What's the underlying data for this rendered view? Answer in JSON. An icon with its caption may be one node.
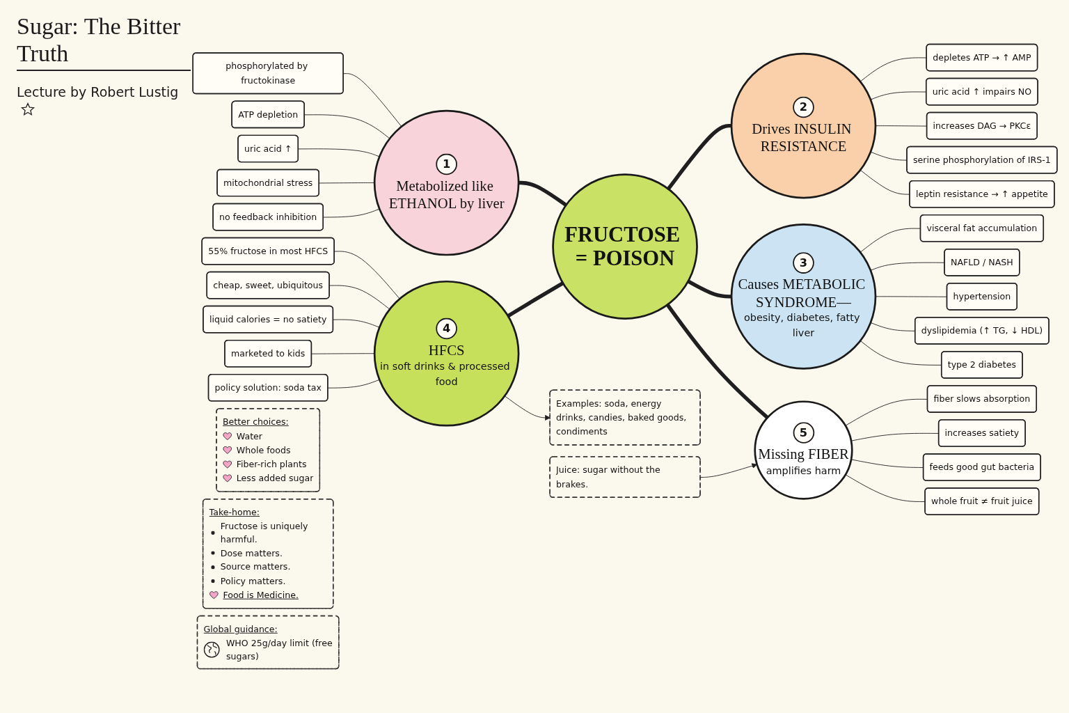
{
  "diagram": {
    "title": "Sugar: The Bitter Truth",
    "nodes": [
      {
        "text": [
          "FRUCTOSE = POISON"
        ]
      },
      {
        "text": [
          "1",
          "Metabolized like ETHANOL by liver"
        ]
      },
      {
        "text": [
          "phosphorylated by fructokinase"
        ]
      },
      {
        "text": [
          "ATP depletion"
        ]
      },
      {
        "text": [
          "uric acid ↑"
        ]
      },
      {
        "text": [
          "mitochondrial stress"
        ]
      },
      {
        "text": [
          "no feedback inhibition"
        ]
      },
      {
        "text": [
          "2",
          "Drives INSULIN RESISTANCE"
        ]
      },
      {
        "text": [
          "depletes ATP → ↑ AMP"
        ]
      },
      {
        "text": [
          "uric acid ↑ impairs NO"
        ]
      },
      {
        "text": [
          "increases DAG → PKCε"
        ]
      },
      {
        "text": [
          "serine phosphorylation of IRS-1"
        ]
      },
      {
        "text": [
          "leptin resistance → ↑ appetite"
        ]
      },
      {
        "text": [
          "3",
          "Causes METABOLIC SYNDROME—",
          "obesity, diabetes, fatty liver"
        ]
      },
      {
        "text": [
          "visceral fat accumulation"
        ]
      },
      {
        "text": [
          "NAFLD / NASH"
        ]
      },
      {
        "text": [
          "hypertension"
        ]
      },
      {
        "text": [
          "dyslipidemia (↑ TG, ↓ HDL)"
        ]
      },
      {
        "text": [
          "type 2 diabetes"
        ]
      },
      {
        "text": [
          "4",
          "HFCS",
          "in soft drinks & processed food"
        ]
      },
      {
        "text": [
          "55% fructose in most HFCS"
        ]
      },
      {
        "text": [
          "cheap, sweet, ubiquitous"
        ]
      },
      {
        "text": [
          "liquid calories = no satiety"
        ]
      },
      {
        "text": [
          "marketed to kids"
        ]
      },
      {
        "text": [
          "policy solution: soda tax"
        ]
      },
      {
        "text": [
          "Examples: soda, energy drinks, candies, baked goods, condiments"
        ]
      },
      {
        "text": [
          "5",
          "Missing FIBER",
          "amplifies harm"
        ]
      },
      {
        "text": [
          "fiber slows absorption"
        ]
      },
      {
        "text": [
          "increases satiety"
        ]
      },
      {
        "text": [
          "feeds good gut bacteria"
        ]
      },
      {
        "text": [
          "whole fruit ≠ fruit juice"
        ]
      },
      {
        "text": [
          "Juice: sugar without the brakes."
        ]
      },
      {
        "text": [
          "Better choices:",
          "Water",
          "Whole foods",
          "Fiber-rich plants",
          "Less added sugar"
        ]
      },
      {
        "text": [
          "Take-home:",
          "Fructose is uniquely harmful.",
          "Dose matters.",
          "Source matters.",
          "Policy matters.",
          "Food is Medicine."
        ]
      },
      {
        "text": [
          "Global guidance:",
          "WHO 25g/day limit (free sugars)"
        ]
      }
    ],
    "edges": [
      {
        "from": 1,
        "to": 0,
        "arrow": "none",
        "style": "thick"
      },
      {
        "from": 0,
        "to": 7,
        "arrow": "none",
        "style": "thick"
      },
      {
        "from": 0,
        "to": 13,
        "arrow": "none",
        "style": "thick"
      },
      {
        "from": 19,
        "to": 0,
        "arrow": "none",
        "style": "thick"
      },
      {
        "from": 0,
        "to": 26,
        "arrow": "none",
        "style": "thick"
      },
      {
        "from": 2,
        "to": 1,
        "arrow": "none"
      },
      {
        "from": 3,
        "to": 1,
        "arrow": "none"
      },
      {
        "from": 4,
        "to": 1,
        "arrow": "none"
      },
      {
        "from": 5,
        "to": 1,
        "arrow": "none"
      },
      {
        "from": 6,
        "to": 1,
        "arrow": "none"
      },
      {
        "from": 7,
        "to": 8,
        "arrow": "none"
      },
      {
        "from": 7,
        "to": 9,
        "arrow": "none"
      },
      {
        "from": 7,
        "to": 10,
        "arrow": "none"
      },
      {
        "from": 7,
        "to": 11,
        "arrow": "none"
      },
      {
        "from": 7,
        "to": 12,
        "arrow": "none"
      },
      {
        "from": 13,
        "to": 14,
        "arrow": "none"
      },
      {
        "from": 13,
        "to": 15,
        "arrow": "none"
      },
      {
        "from": 13,
        "to": 16,
        "arrow": "none"
      },
      {
        "from": 13,
        "to": 17,
        "arrow": "none"
      },
      {
        "from": 13,
        "to": 18,
        "arrow": "none"
      },
      {
        "from": 20,
        "to": 19,
        "arrow": "none"
      },
      {
        "from": 21,
        "to": 19,
        "arrow": "none"
      },
      {
        "from": 22,
        "to": 19,
        "arrow": "none"
      },
      {
        "from": 23,
        "to": 19,
        "arrow": "none"
      },
      {
        "from": 24,
        "to": 19,
        "arrow": "none"
      },
      {
        "from": 19,
        "to": 25,
        "arrow": "to"
      },
      {
        "from": 26,
        "to": 27,
        "arrow": "none"
      },
      {
        "from": 26,
        "to": 28,
        "arrow": "none"
      },
      {
        "from": 26,
        "to": 29,
        "arrow": "none"
      },
      {
        "from": 26,
        "to": 30,
        "arrow": "none"
      },
      {
        "from": 31,
        "to": 26,
        "arrow": "to"
      }
    ],
    "labels": [
      "Lecture by Robert Lustig"
    ]
  }
}
